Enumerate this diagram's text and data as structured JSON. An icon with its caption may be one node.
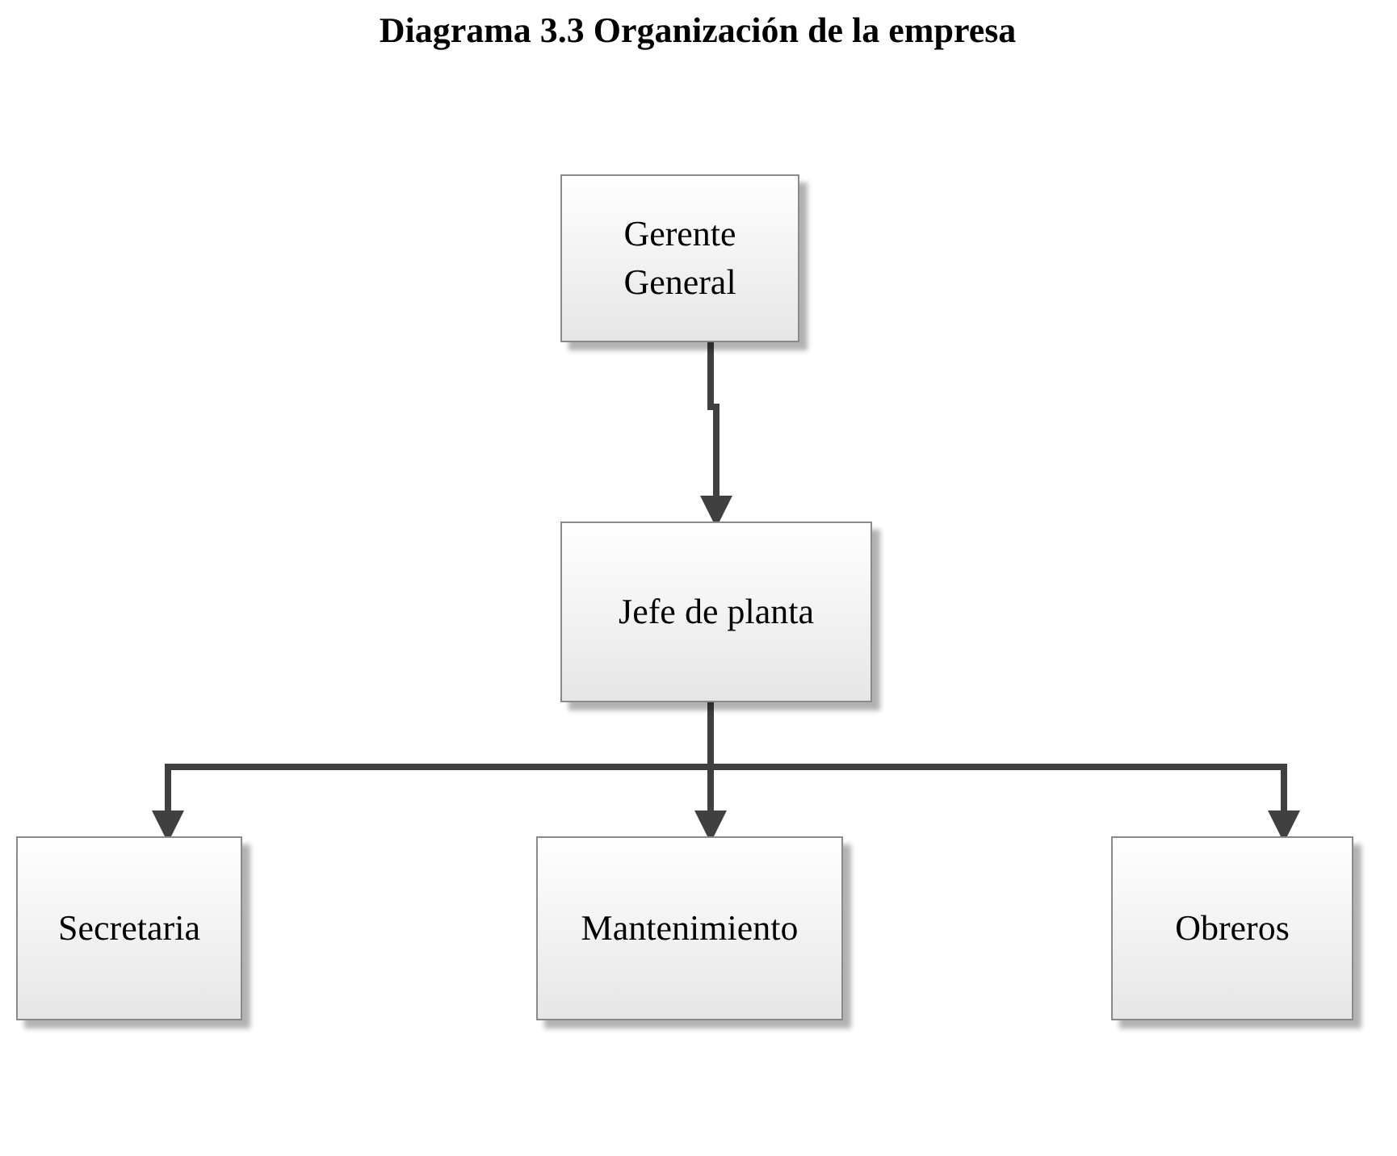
{
  "diagram": {
    "title": "Diagrama 3.3 Organización de la empresa",
    "nodes": [
      {
        "text": [
          "Gerente General"
        ]
      },
      {
        "text": [
          "Jefe de planta"
        ]
      },
      {
        "text": [
          "Secretaria"
        ]
      },
      {
        "text": [
          "Mantenimiento"
        ]
      },
      {
        "text": [
          "Obreros"
        ]
      }
    ],
    "edges": [
      {
        "from": 0,
        "to": 1,
        "arrow": "to"
      },
      {
        "from": 1,
        "to": 2,
        "arrow": "to"
      },
      {
        "from": 1,
        "to": 3,
        "arrow": "to"
      },
      {
        "from": 1,
        "to": 4,
        "arrow": "to"
      }
    ]
  }
}
